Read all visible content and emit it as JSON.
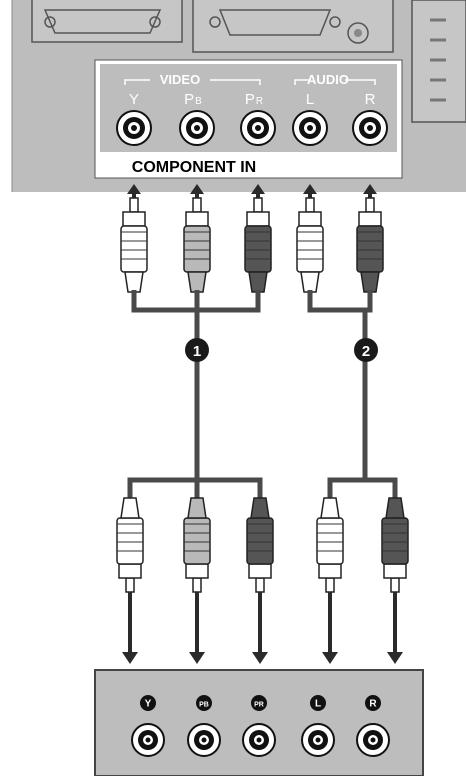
{
  "tv_panel": {
    "video_group_label": "VIDEO",
    "audio_group_label": "AUDIO",
    "jack_labels": [
      "Y",
      "P",
      "P",
      "L",
      "R"
    ],
    "jack_label_subscripts": [
      "",
      "B",
      "R",
      "",
      ""
    ],
    "section_label": "COMPONENT IN"
  },
  "cables": {
    "step_markers": [
      "1",
      "2"
    ]
  },
  "source_device": {
    "jack_labels": [
      "Y",
      "PB",
      "PR",
      "L",
      "R"
    ]
  },
  "colors": {
    "panel_bg": "#bdbdbd",
    "plug_white": "#ffffff",
    "plug_gray": "#b9b9b9",
    "plug_dark": "#555555",
    "wire": "#4a4a4a"
  },
  "icons": {
    "jack": "rca-jack-icon",
    "plug": "rca-plug-icon",
    "arrow": "arrow-icon",
    "vga": "d-sub-port-icon",
    "scart": "scart-port-icon"
  }
}
